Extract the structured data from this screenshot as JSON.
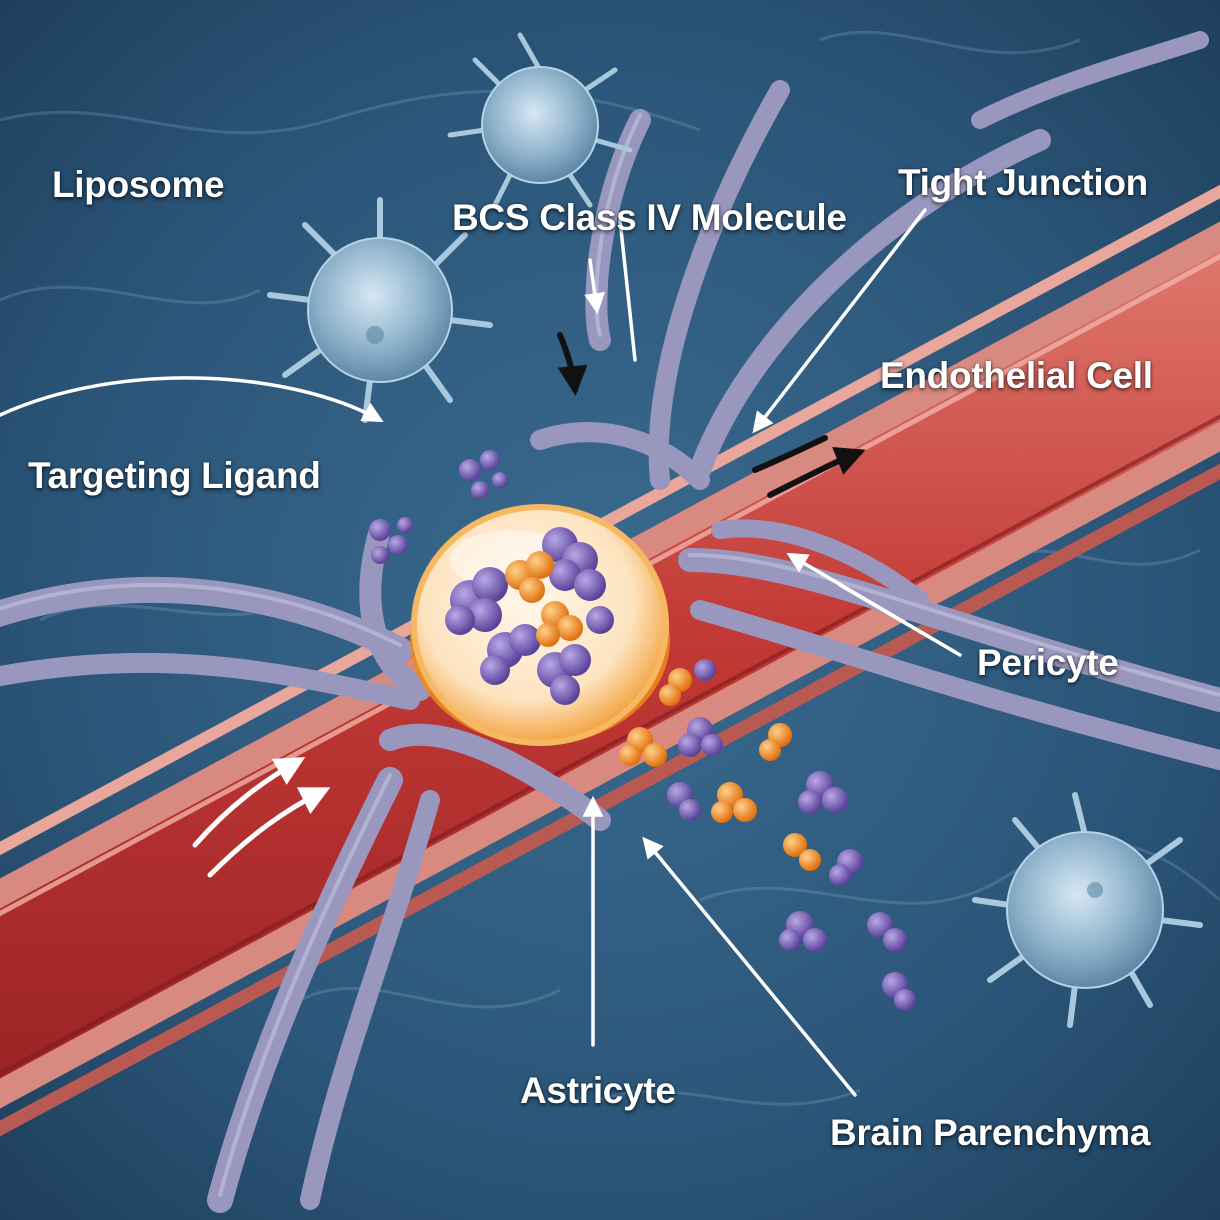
{
  "labels": {
    "liposome": "Liposome",
    "bcs_molecule": "BCS Class IV Molecule",
    "tight_junction": "Tight Junction",
    "endothelial_cell": "Endothelial Cell",
    "targeting_ligand": "Targeting Ligand",
    "pericyte": "Pericyte",
    "astricyte": "Astricyte",
    "brain_parenchyma": "Brain Parenchyma"
  },
  "colors": {
    "background": "#23486a",
    "vessel": "#c9433f",
    "vessel_wall": "#d98a80",
    "pericyte_process": "#9a97bf",
    "drug_purple": "#7a62b8",
    "drug_orange": "#f08a1c",
    "liposome_shell": "#f3a545",
    "spiky_cell": "#9fc1d8"
  },
  "icons": {
    "spiky_cell": "spiky-cell-icon",
    "liposome": "liposome-icon",
    "arrow": "arrow-icon"
  }
}
